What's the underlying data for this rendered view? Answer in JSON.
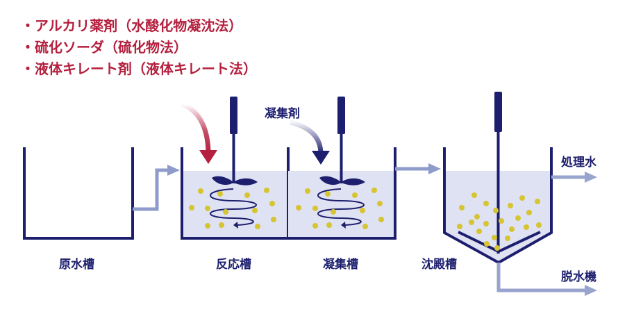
{
  "colors": {
    "navy": "#1d1f6e",
    "crimson": "#b4203e",
    "pipe": "#8f9ccb",
    "liquid": "#dfe2f3",
    "particle": "#d6c431",
    "water_out": "#98a3ce"
  },
  "chemicals": {
    "items": [
      "・アルカリ薬剤（水酸化物凝沈法）",
      "・硫化ソーダ（硫化物法）",
      "・液体キレート剤（液体キレート法）"
    ]
  },
  "coagulant_label": "凝集剤",
  "tanks": {
    "raw": "原水槽",
    "reaction": "反応槽",
    "coagulation": "凝集槽",
    "sedimentation": "沈殿槽"
  },
  "outputs": {
    "treated_water": "処理水",
    "dehydrator": "脱水機"
  }
}
